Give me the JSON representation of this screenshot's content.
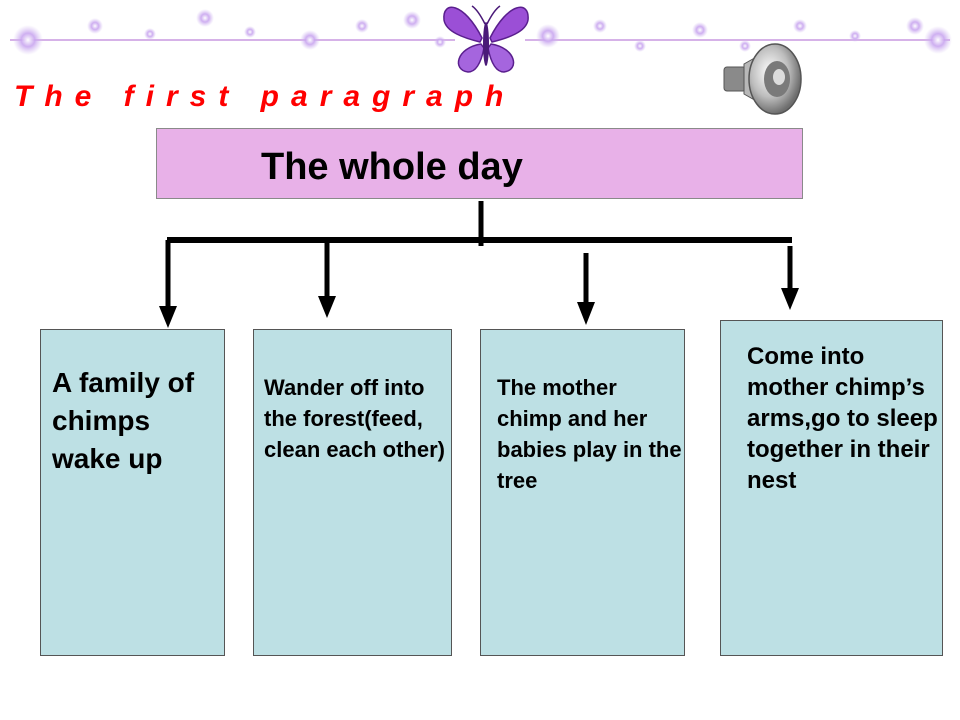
{
  "heading": "The first paragraph",
  "title": "The whole day",
  "boxes": [
    {
      "text": "A family of chimps wake up"
    },
    {
      "text": "Wander off into the forest(feed, clean each other)"
    },
    {
      "text": "The mother chimp and her babies play in the tree"
    },
    {
      "text": "Come into mother chimp’s arms,go to sleep together in their nest"
    }
  ],
  "colors": {
    "heading": "#ff0000",
    "title_box": "#e8b1e8",
    "content_box": "#bde0e4",
    "decor_line": "#d6b2e8",
    "butterfly": "#9b4fd6"
  },
  "icons": [
    "butterfly-icon",
    "speaker-icon"
  ]
}
